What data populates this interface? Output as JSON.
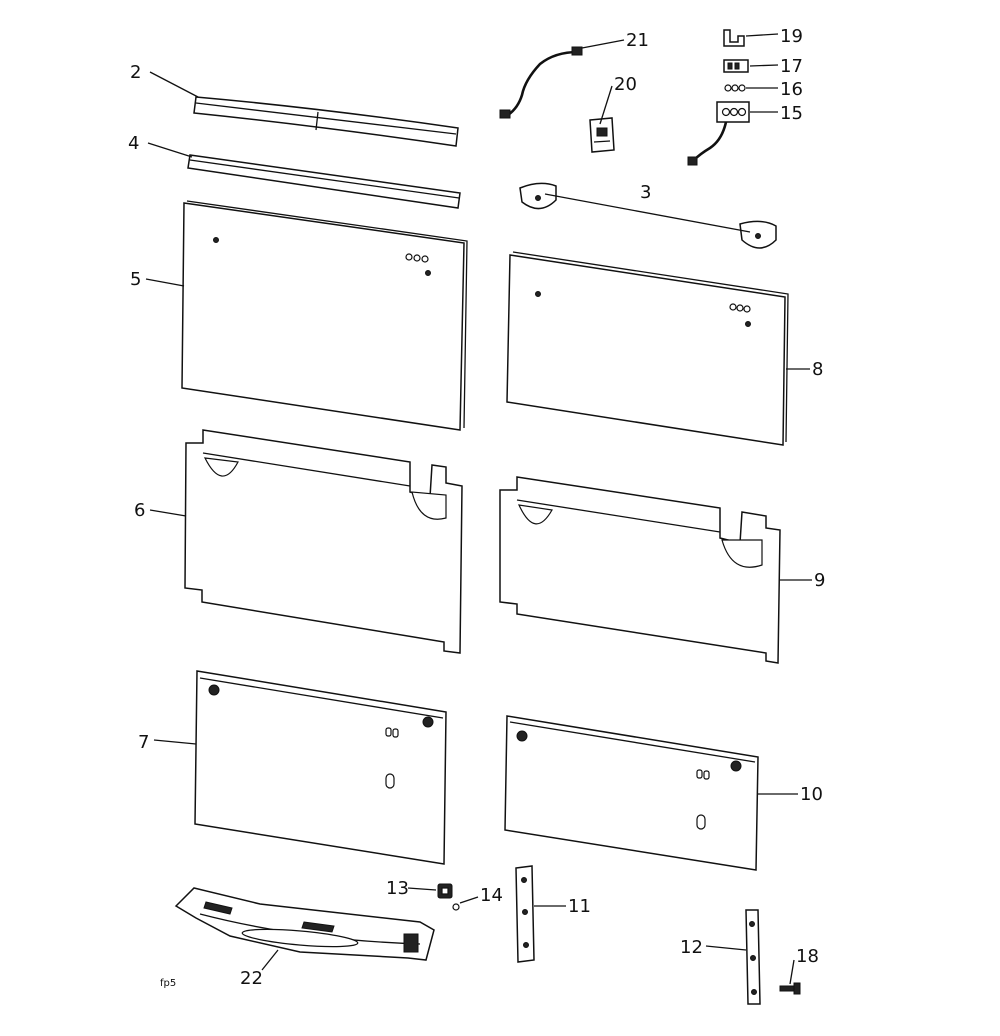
{
  "diagram": {
    "footer_code": "fp5",
    "callouts": {
      "p2": "2",
      "p3": "3",
      "p4": "4",
      "p5": "5",
      "p6": "6",
      "p7": "7",
      "p8": "8",
      "p9": "9",
      "p10": "10",
      "p11": "11",
      "p12": "12",
      "p13": "13",
      "p14": "14",
      "p15": "15",
      "p16": "16",
      "p17": "17",
      "p18": "18",
      "p19": "19",
      "p20": "20",
      "p21": "21",
      "p22": "22"
    },
    "colors": {
      "ink": "#111111",
      "paper": "#ffffff"
    }
  }
}
